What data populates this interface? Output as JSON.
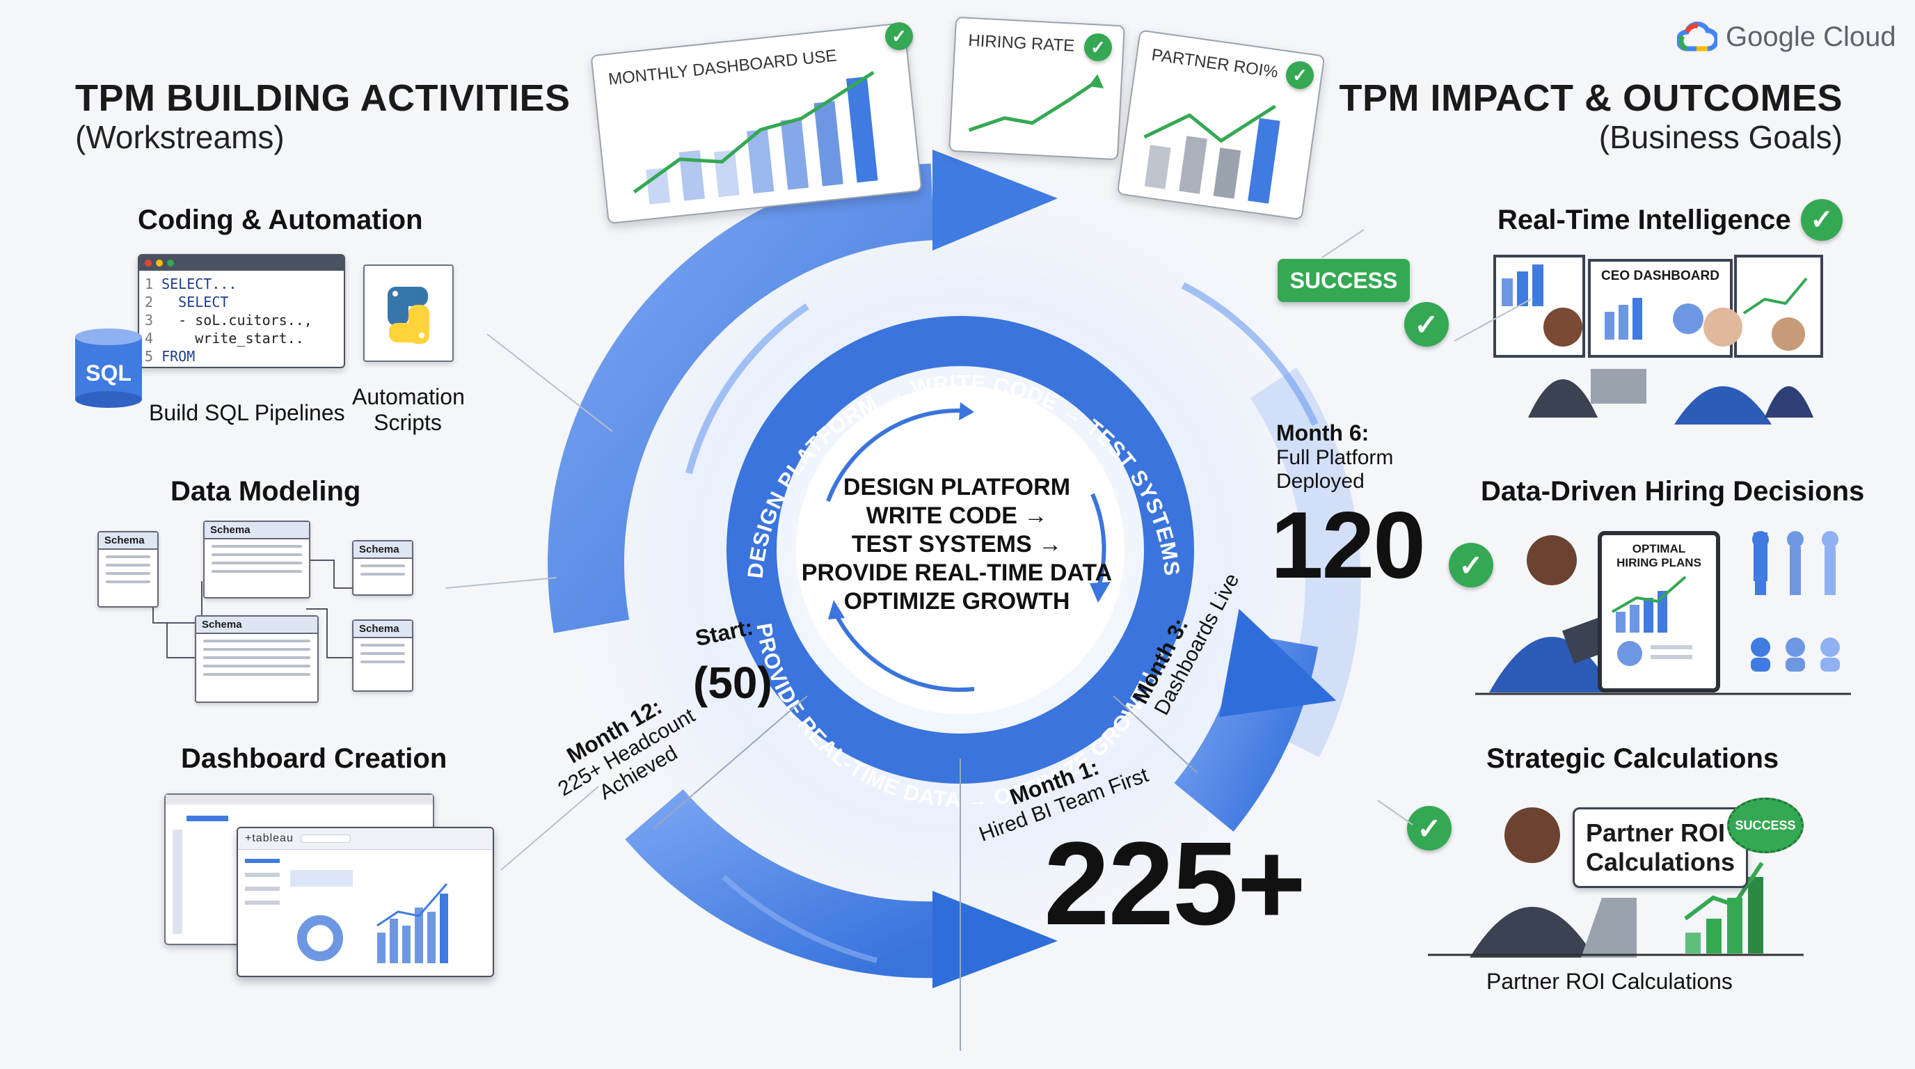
{
  "logo": {
    "text": "Google Cloud"
  },
  "left": {
    "title": "TPM BUILDING ACTIVITIES",
    "subtitle": "(Workstreams)",
    "coding": {
      "title": "Coding & Automation",
      "code_lines": [
        {
          "num": "1",
          "text": "SELECT..."
        },
        {
          "num": "2",
          "text": "  SELECT"
        },
        {
          "num": "3",
          "text": "  - soL.cuitors..,"
        },
        {
          "num": "4",
          "text": "    write_start.."
        },
        {
          "num": "5",
          "text": "FROM"
        }
      ],
      "sql_badge": "SQL",
      "sql_caption": "Build SQL Pipelines",
      "automation_caption_1": "Automation",
      "automation_caption_2": "Scripts"
    },
    "modeling": {
      "title": "Data Modeling",
      "schema_label": "Schema"
    },
    "dashboard": {
      "title": "Dashboard Creation",
      "tableau": "+tableau"
    }
  },
  "right": {
    "title": "TPM IMPACT & OUTCOMES",
    "subtitle": "(Business Goals)",
    "intelligence": {
      "title": "Real-Time Intelligence",
      "ceo": "CEO DASHBOARD"
    },
    "hiring": {
      "title": "Data-Driven Hiring Decisions",
      "plans_1": "OPTIMAL",
      "plans_2": "HIRING PLANS"
    },
    "strategic": {
      "title": "Strategic Calculations",
      "card_1": "Partner ROI",
      "card_2": "Calculations",
      "seal": "SUCCESS",
      "caption": "Partner ROI Calculations"
    }
  },
  "top_charts": {
    "monthly": "MONTHLY DASHBOARD USE",
    "hiring": "HIRING RATE",
    "roi": "PARTNER ROI%"
  },
  "success_badge": "SUCCESS",
  "cycle": {
    "ring_top": "DESIGN PLATFORM → WRITE CODE → TEST SYSTEMS →",
    "ring_bottom": "PROVIDE REAL-TIME DATA → OPTIMIZE GROWTH →",
    "center": [
      "DESIGN PLATFORM",
      "WRITE CODE →",
      "TEST SYSTEMS →",
      "PROVIDE REAL-TIME DATA",
      "OPTIMIZE GROWTH"
    ]
  },
  "milestones": {
    "start_label": "Start:",
    "start_value": "(50)",
    "m1_title": "Month 1:",
    "m1_text": "Hired BI Team First",
    "m3_title": "Month 3:",
    "m3_text": "Dashboards Live",
    "m6_title": "Month 6:",
    "m6_text_1": "Full Platform",
    "m6_text_2": "Deployed",
    "m6_value": "120",
    "m12_title": "Month 12:",
    "m12_text_1": "225+ Headcount",
    "m12_text_2": "Achieved",
    "m12_value": "225+"
  },
  "colors": {
    "accent_blue": "#3f7be0",
    "green": "#34a853",
    "background": "#f4f6f9"
  }
}
